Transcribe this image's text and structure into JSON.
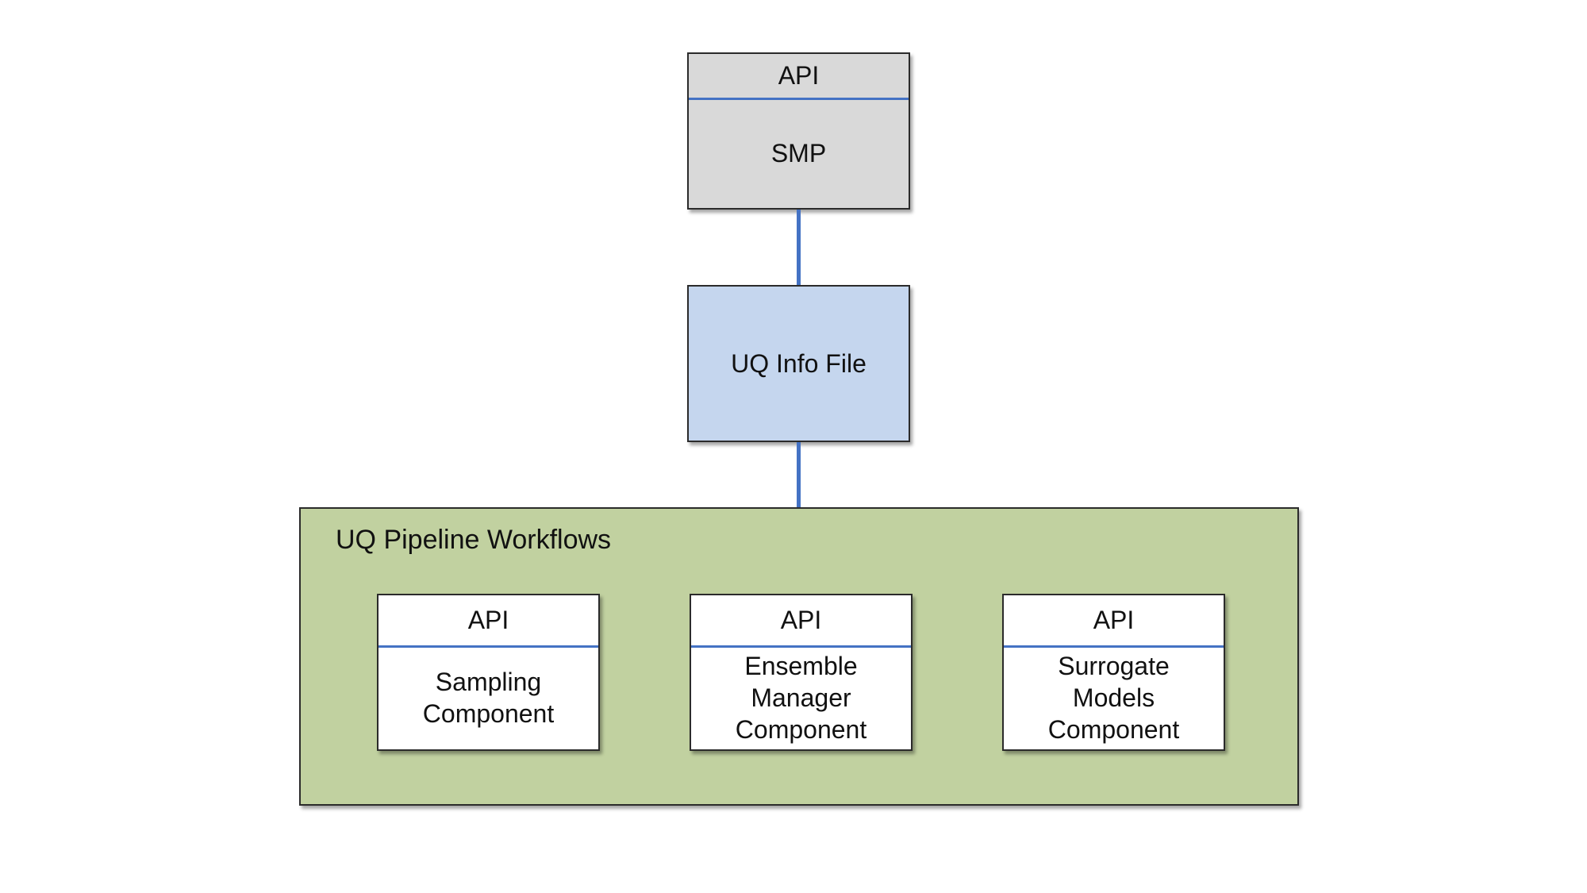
{
  "smp": {
    "api": "API",
    "name": "SMP"
  },
  "uq_info_file": {
    "name": "UQ Info File"
  },
  "pipeline": {
    "title": "UQ Pipeline Workflows",
    "components": [
      {
        "api": "API",
        "name": "Sampling\nComponent"
      },
      {
        "api": "API",
        "name": "Ensemble\nManager\nComponent"
      },
      {
        "api": "API",
        "name": "Surrogate\nModels\nComponent"
      }
    ]
  },
  "colors": {
    "connector": "#4472c4",
    "smp_fill": "#d9d9d9",
    "info_file_fill": "#c5d6ee",
    "pipeline_fill": "#c1d1a0",
    "component_fill": "#ffffff"
  }
}
